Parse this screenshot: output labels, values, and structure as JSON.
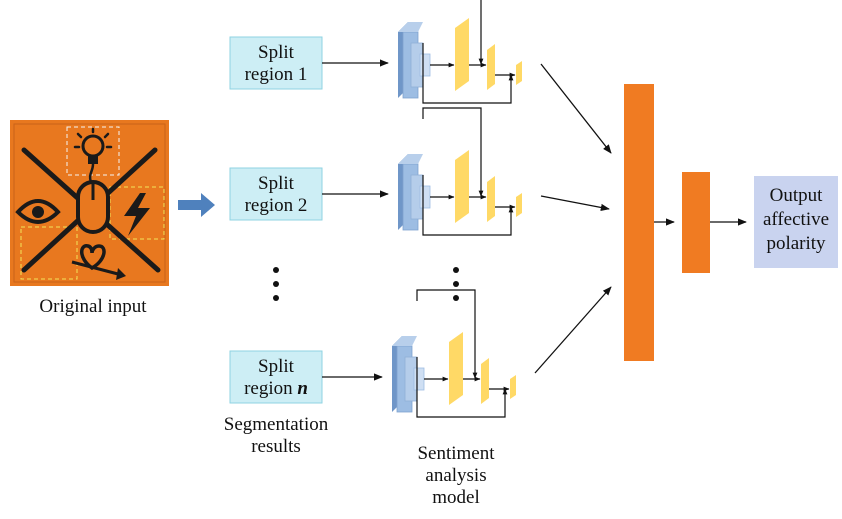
{
  "original": {
    "caption": "Original input",
    "icons": [
      "lightbulb-icon",
      "eye-icon",
      "lightning-icon",
      "mouse-icon",
      "heart-icon",
      "pencil-icon",
      "arrow-icon"
    ]
  },
  "regions": [
    {
      "line1": "Split",
      "line2": "region 1",
      "suffix": ""
    },
    {
      "line1": "Split",
      "line2": "region 2",
      "suffix": ""
    },
    {
      "line1": "Split",
      "line2": "region ",
      "suffix": "n"
    }
  ],
  "segmentation_label": {
    "line1": "Segmentation",
    "line2": "results"
  },
  "model_label": {
    "line1": "Sentiment",
    "line2": "analysis",
    "line3": "model"
  },
  "output": {
    "line1": "Output",
    "line2": "affective",
    "line3": "polarity"
  },
  "colors": {
    "region_fill": "#cdeef5",
    "region_stroke": "#8fd3e2",
    "conv_blue": "#8eb2db",
    "conv_blue_dark": "#6f96c8",
    "conv_yellow": "#ffd966",
    "fusion_orange": "#f07b22",
    "output_fill": "#c9d3ef",
    "input_bg": "#e8781f",
    "arrow_blue": "#4f81bd"
  }
}
